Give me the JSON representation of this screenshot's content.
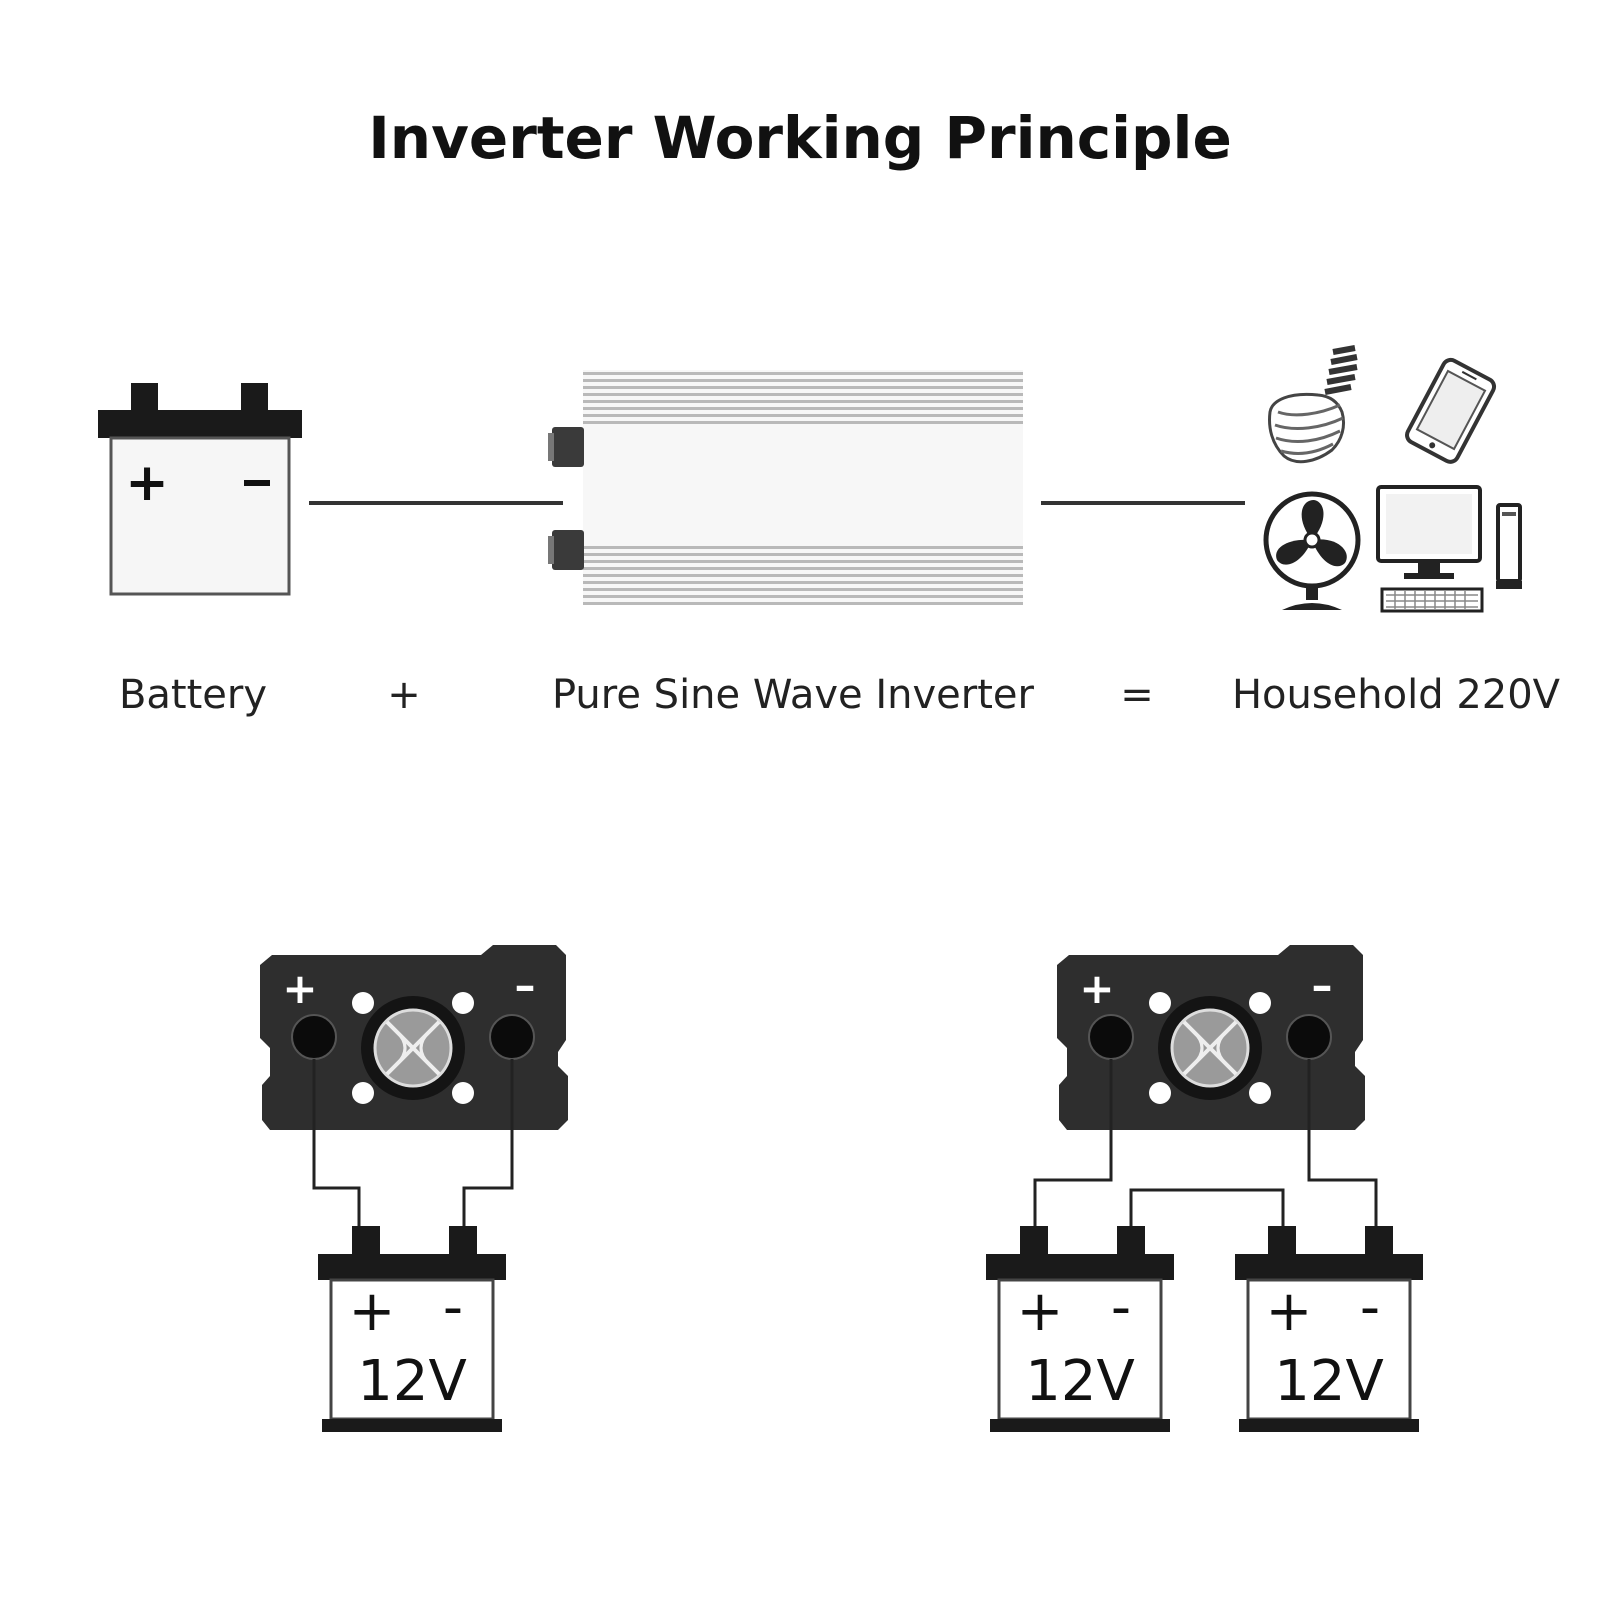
{
  "title": "Inverter Working Principle",
  "equation": {
    "battery_label": "Battery",
    "plus_sign": "+",
    "inverter_label": "Pure Sine Wave Inverter",
    "equals_sign": "=",
    "output_label": "Household 220V"
  },
  "terminals": {
    "positive": "+",
    "negative": "-",
    "top_negative": "–"
  },
  "single_setup": {
    "battery_voltage": "12V"
  },
  "series_setup": {
    "battery_left_voltage": "12V",
    "battery_right_voltage": "12V"
  },
  "icons": {
    "appliances": [
      "cfl-bulb-icon",
      "smartphone-icon",
      "fan-icon",
      "desktop-computer-icon"
    ]
  },
  "colors": {
    "ink": "#111111",
    "inverter_body": "#f7f7f7",
    "heatsink_fin": "#b9b9b9",
    "inverter_terminal_panel": "#2e2e2e"
  }
}
